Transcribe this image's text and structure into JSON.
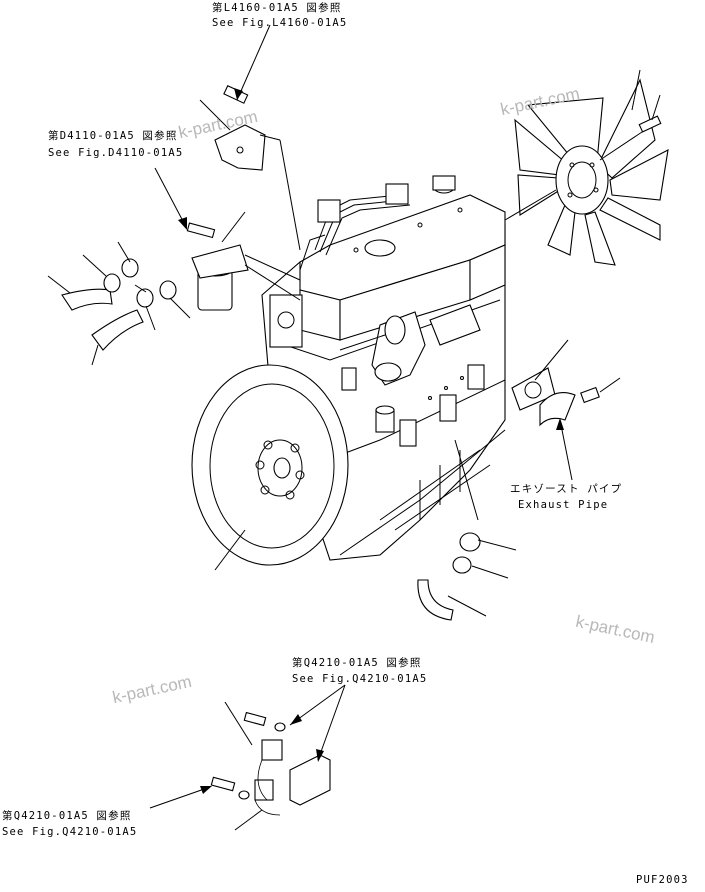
{
  "references": {
    "top": {
      "jp": "第L4160-01A5 図参照",
      "en": "See Fig.L4160-01A5"
    },
    "left": {
      "jp": "第D4110-01A5 図参照",
      "en": "See Fig.D4110-01A5"
    },
    "lower_mid": {
      "jp": "第Q4210-01A5 図参照",
      "en": "See Fig.Q4210-01A5"
    },
    "lower_left": {
      "jp": "第Q4210-01A5 図参照",
      "en": "See Fig.Q4210-01A5"
    }
  },
  "exhaust_pipe": {
    "jp": "エキゾースト パイプ",
    "en": "Exhaust Pipe"
  },
  "watermarks": [
    "k-part.com",
    "k-part.com",
    "k-part.com",
    "k-part.com"
  ],
  "drawing_code": "PUF2003"
}
